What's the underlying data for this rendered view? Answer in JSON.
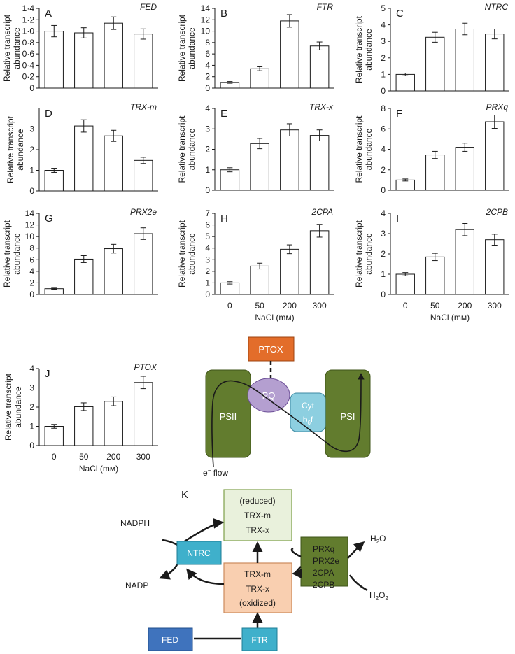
{
  "chart_data": [
    {
      "id": "A",
      "type": "bar",
      "panel_label": "A",
      "gene": "FED",
      "categories": [
        "0",
        "50",
        "200",
        "300"
      ],
      "values": [
        1.0,
        0.97,
        1.14,
        0.95
      ],
      "errors": [
        0.1,
        0.09,
        0.11,
        0.09
      ],
      "ylim": [
        0,
        1.4
      ],
      "yticks": [
        "0",
        "0·2",
        "0·4",
        "0·6",
        "0·8",
        "1·0",
        "1·2",
        "1·4"
      ],
      "ylabel": [
        "Relative transcript",
        "abundance"
      ]
    },
    {
      "id": "B",
      "type": "bar",
      "panel_label": "B",
      "gene": "FTR",
      "categories": [
        "0",
        "50",
        "200",
        "300"
      ],
      "values": [
        1.0,
        3.4,
        11.8,
        7.4
      ],
      "errors": [
        0.15,
        0.35,
        1.1,
        0.7
      ],
      "ylim": [
        0,
        14
      ],
      "yticks": [
        "0",
        "2",
        "4",
        "6",
        "8",
        "10",
        "12",
        "14"
      ],
      "ylabel": [
        "Relative transcript",
        "abundance"
      ]
    },
    {
      "id": "C",
      "type": "bar",
      "panel_label": "C",
      "gene": "NTRC",
      "categories": [
        "0",
        "50",
        "200",
        "300"
      ],
      "values": [
        1.0,
        3.25,
        3.75,
        3.45
      ],
      "errors": [
        0.08,
        0.3,
        0.35,
        0.3
      ],
      "ylim": [
        0,
        5
      ],
      "yticks": [
        "0",
        "1",
        "2",
        "3",
        "4",
        "5"
      ],
      "ylabel": [
        "Relative transcript",
        "abundance"
      ]
    },
    {
      "id": "D",
      "type": "bar",
      "panel_label": "D",
      "gene": "TRX-m",
      "categories": [
        "0",
        "50",
        "200",
        "300"
      ],
      "values": [
        1.0,
        3.15,
        2.67,
        1.48
      ],
      "errors": [
        0.1,
        0.3,
        0.27,
        0.15
      ],
      "ylim": [
        0,
        4
      ],
      "yticks": [
        "0",
        "1",
        "2",
        "3"
      ],
      "ylabel": [
        "Relative transcript",
        "abundance"
      ]
    },
    {
      "id": "E",
      "type": "bar",
      "panel_label": "E",
      "gene": "TRX-x",
      "categories": [
        "0",
        "50",
        "200",
        "300"
      ],
      "values": [
        1.0,
        2.28,
        2.95,
        2.68
      ],
      "errors": [
        0.1,
        0.25,
        0.3,
        0.27
      ],
      "ylim": [
        0,
        4
      ],
      "yticks": [
        "0",
        "1",
        "2",
        "3",
        "4"
      ],
      "ylabel": [
        "Relative transcript",
        "abundance"
      ]
    },
    {
      "id": "F",
      "type": "bar",
      "panel_label": "F",
      "gene": "PRXq",
      "categories": [
        "0",
        "50",
        "200",
        "300"
      ],
      "values": [
        1.0,
        3.45,
        4.2,
        6.7
      ],
      "errors": [
        0.1,
        0.35,
        0.4,
        0.65
      ],
      "ylim": [
        0,
        8
      ],
      "yticks": [
        "0",
        "2",
        "4",
        "6",
        "8"
      ],
      "ylabel": [
        "Relative transcript",
        "abundance"
      ]
    },
    {
      "id": "G",
      "type": "bar",
      "panel_label": "G",
      "gene": "PRX2e",
      "categories": [
        "0",
        "50",
        "200",
        "300"
      ],
      "values": [
        1.0,
        6.1,
        7.9,
        10.5
      ],
      "errors": [
        0.1,
        0.6,
        0.75,
        1.0
      ],
      "ylim": [
        0,
        14
      ],
      "yticks": [
        "0",
        "2",
        "4",
        "6",
        "8",
        "10",
        "12",
        "14"
      ],
      "ylabel": [
        "Relative transcript",
        "abundance"
      ]
    },
    {
      "id": "H",
      "type": "bar",
      "panel_label": "H",
      "gene": "2CPA",
      "categories": [
        "0",
        "50",
        "200",
        "300"
      ],
      "values": [
        1.0,
        2.45,
        3.9,
        5.5
      ],
      "errors": [
        0.1,
        0.25,
        0.38,
        0.55
      ],
      "ylim": [
        0,
        7
      ],
      "yticks": [
        "0",
        "1",
        "2",
        "3",
        "4",
        "5",
        "6",
        "7"
      ],
      "ylabel": [
        "Relative transcript",
        "abundance"
      ],
      "xlabel": "NaCl (mм)",
      "show_xticks": true
    },
    {
      "id": "I",
      "type": "bar",
      "panel_label": "I",
      "gene": "2CPB",
      "categories": [
        "0",
        "50",
        "200",
        "300"
      ],
      "values": [
        1.0,
        1.85,
        3.2,
        2.7
      ],
      "errors": [
        0.08,
        0.18,
        0.3,
        0.27
      ],
      "ylim": [
        0,
        4
      ],
      "yticks": [
        "0",
        "1",
        "2",
        "3",
        "4"
      ],
      "ylabel": [
        "Relative transcript",
        "abundance"
      ],
      "xlabel": "NaCl (mм)",
      "show_xticks": true
    },
    {
      "id": "J",
      "type": "bar",
      "panel_label": "J",
      "gene": "PTOX",
      "categories": [
        "0",
        "50",
        "200",
        "300"
      ],
      "values": [
        1.0,
        2.02,
        2.3,
        3.28
      ],
      "errors": [
        0.1,
        0.2,
        0.23,
        0.32
      ],
      "ylim": [
        0,
        4
      ],
      "yticks": [
        "0",
        "1",
        "2",
        "3",
        "4"
      ],
      "ylabel": [
        "Relative transcript",
        "abundance"
      ],
      "xlabel": "NaCl (mм)",
      "show_xticks": true
    }
  ],
  "diagram_etc": {
    "ptox": "PTOX",
    "psii": "PSII",
    "pq": "PQ",
    "cyt_line1": "Cyt",
    "cyt_b": "b",
    "cyt_sub": "6",
    "cyt_f": "f",
    "psi": "PSI",
    "flow_e": "e",
    "flow_sup": "−",
    "flow_text": " flow",
    "colors": {
      "green": "#627c2e",
      "purple": "#b49fd0",
      "cyan": "#8dcfe0",
      "orange": "#e36d2a"
    }
  },
  "diagram_k": {
    "label": "K",
    "nadph": "NADPH",
    "nadp_main": "NADP",
    "nadp_sup": "+",
    "ntrc": "NTRC",
    "reduced_box": [
      "(reduced)",
      "TRX-m",
      "TRX-x"
    ],
    "oxidized_box": [
      "TRX-m",
      "TRX-x",
      "(oxidized)"
    ],
    "prx_box": [
      "PRXq",
      "PRX2e",
      "2CPA",
      "2CPB"
    ],
    "h2o_h": "H",
    "h2o_sub": "2",
    "h2o_o": "O",
    "h2o2_h": "H",
    "h2o2_sub1": "2",
    "h2o2_o": "O",
    "h2o2_sub2": "2",
    "fed": "FED",
    "ftr": "FTR",
    "colors": {
      "reduced": "#e9f1dc",
      "oxidized": "#f9cfb0",
      "ntrc": "#3fb0cb",
      "prx": "#627c2e",
      "fed": "#3f73bd",
      "ftr": "#3fb0cb"
    }
  }
}
